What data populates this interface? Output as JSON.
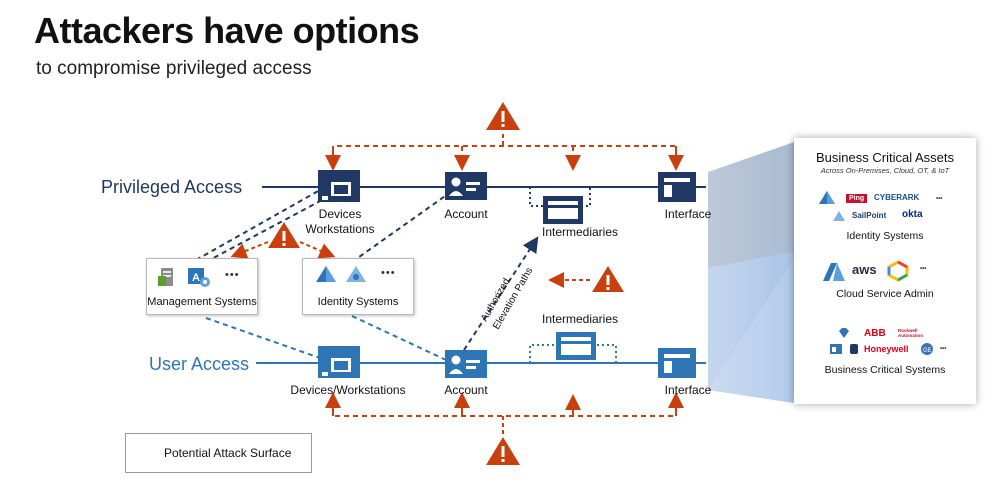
{
  "title": "Attackers have options",
  "subtitle": "to compromise privileged access",
  "rows": {
    "privileged": {
      "label": "Privileged Access",
      "color": "#1f3864"
    },
    "user": {
      "label": "User Access",
      "color": "#2e75b6"
    }
  },
  "nodes": {
    "priv_devices": "Devices\nWorkstations",
    "priv_account": "Account",
    "priv_intermediaries": "Intermediaries",
    "priv_interface": "Interface",
    "user_devices": "Devices/Workstations",
    "user_account": "Account",
    "user_intermediaries": "Intermediaries",
    "user_interface": "Interface"
  },
  "management_systems": {
    "label": "Management Systems",
    "more": "•••"
  },
  "identity_systems": {
    "label": "Identity Systems",
    "more": "•••"
  },
  "elevation_paths": {
    "line1": "Authorized",
    "line2": "Elevation Paths"
  },
  "legend": {
    "label": "Potential Attack Surface"
  },
  "business_panel": {
    "title": "Business Critical Assets",
    "subtitle": "Across On-Premises, Cloud, OT, & IoT",
    "identity_label": "Identity Systems",
    "cloud_label": "Cloud Service Admin",
    "bcs_label": "Business Critical Systems",
    "logos": {
      "ping": "Ping",
      "cyberark": "CYBERARK",
      "sailpoint": "SailPoint",
      "okta": "okta",
      "aws": "aws",
      "abb": "ABB",
      "rockwell": "Rockwell Automation",
      "honeywell": "Honeywell",
      "ge": "GE",
      "more": "•••"
    }
  },
  "colors": {
    "attack": "#c9400f",
    "privileged": "#1f3864",
    "user": "#2e75b6",
    "cone": "#8fa6c7"
  }
}
